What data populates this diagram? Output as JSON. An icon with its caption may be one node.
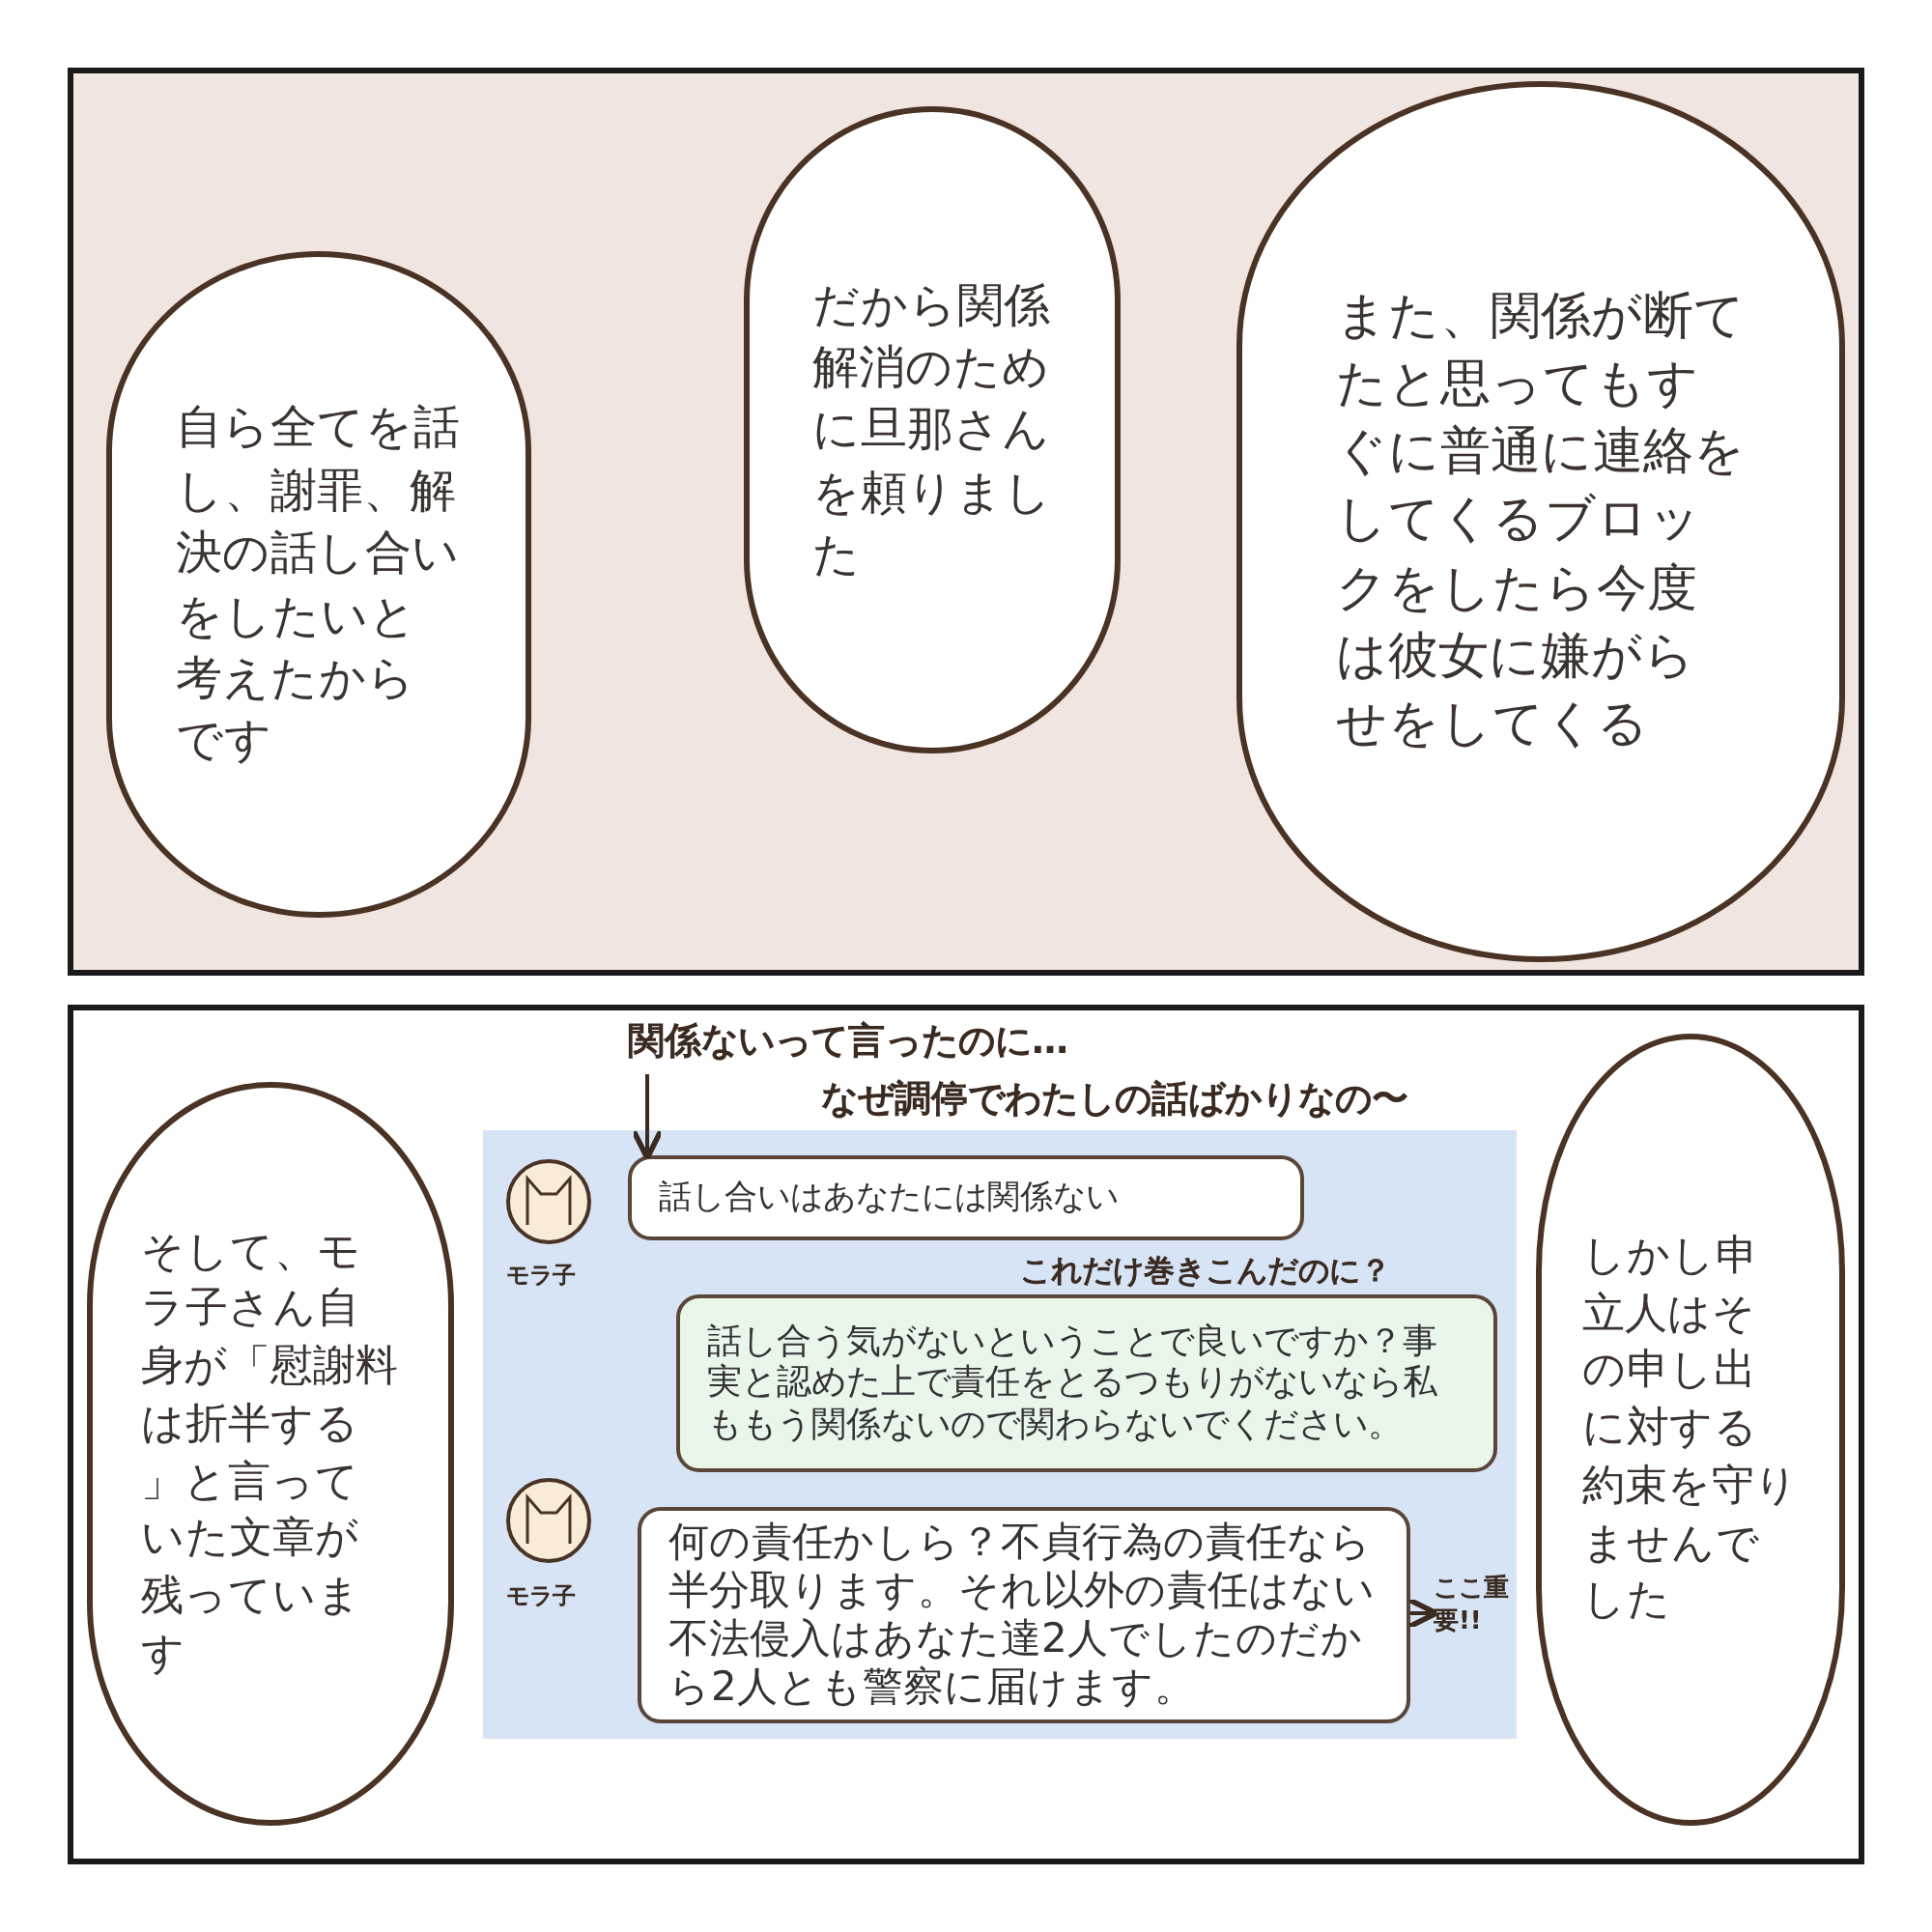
{
  "diagram": {
    "nodes": [
      {
        "text": [],
        "shape": "box"
      },
      {
        "text": [
          "また、関係が断てたと思ってもすぐに普通に連絡をしてくるブロックをしたら今度は彼女に嫌がらせをしてくる"
        ],
        "in": 0
      },
      {
        "text": [
          "だから関係解消のために旦那さんを頼りました"
        ],
        "in": 0
      },
      {
        "text": [
          "自ら全てを話し、謝罪、解決の話し合いをしたいと考えたからです"
        ],
        "in": 0
      },
      {
        "text": [],
        "shape": "box"
      },
      {
        "text": [
          "しかし申立人はその申し出に対する約束を守りませんでした"
        ],
        "in": 4
      },
      {
        "text": [
          "関係ないって言ったのに…"
        ],
        "in": 4
      },
      {
        "text": [],
        "shape": "box",
        "in": 4
      },
      {
        "text": [
          "話し合いはあなたには関係ない"
        ],
        "in": 7
      },
      {
        "text": [
          "話し合う気がないということで良いですか？事実と認めた上で責任をとるつもりがないなら私ももう関係ないので関わらないでください。"
        ],
        "in": 7
      },
      {
        "text": [
          "何の責任かしら？不貞行為の責任なら半分取ります。それ以外の責任はない不法侵入はあなた達2人でしたのだから2人とも警察に届けます。"
        ],
        "in": 7
      },
      {
        "text": [
          "ここ重要!!"
        ],
        "in": 7
      },
      {
        "text": [
          "そして、モラ子さん自身が「慰謝料は折半する」と言っていた文章が残っています"
        ],
        "in": 4
      }
    ],
    "edges": [
      {
        "from": 6,
        "to": 8,
        "arrow": "to"
      },
      {
        "from": 10,
        "to": 11,
        "arrow": "to"
      }
    ],
    "labels": [
      "なぜ調停でわたしの話ばかりなの〜",
      "モラ子",
      "これだけ巻きこんだのに？",
      "モラ子"
    ]
  }
}
